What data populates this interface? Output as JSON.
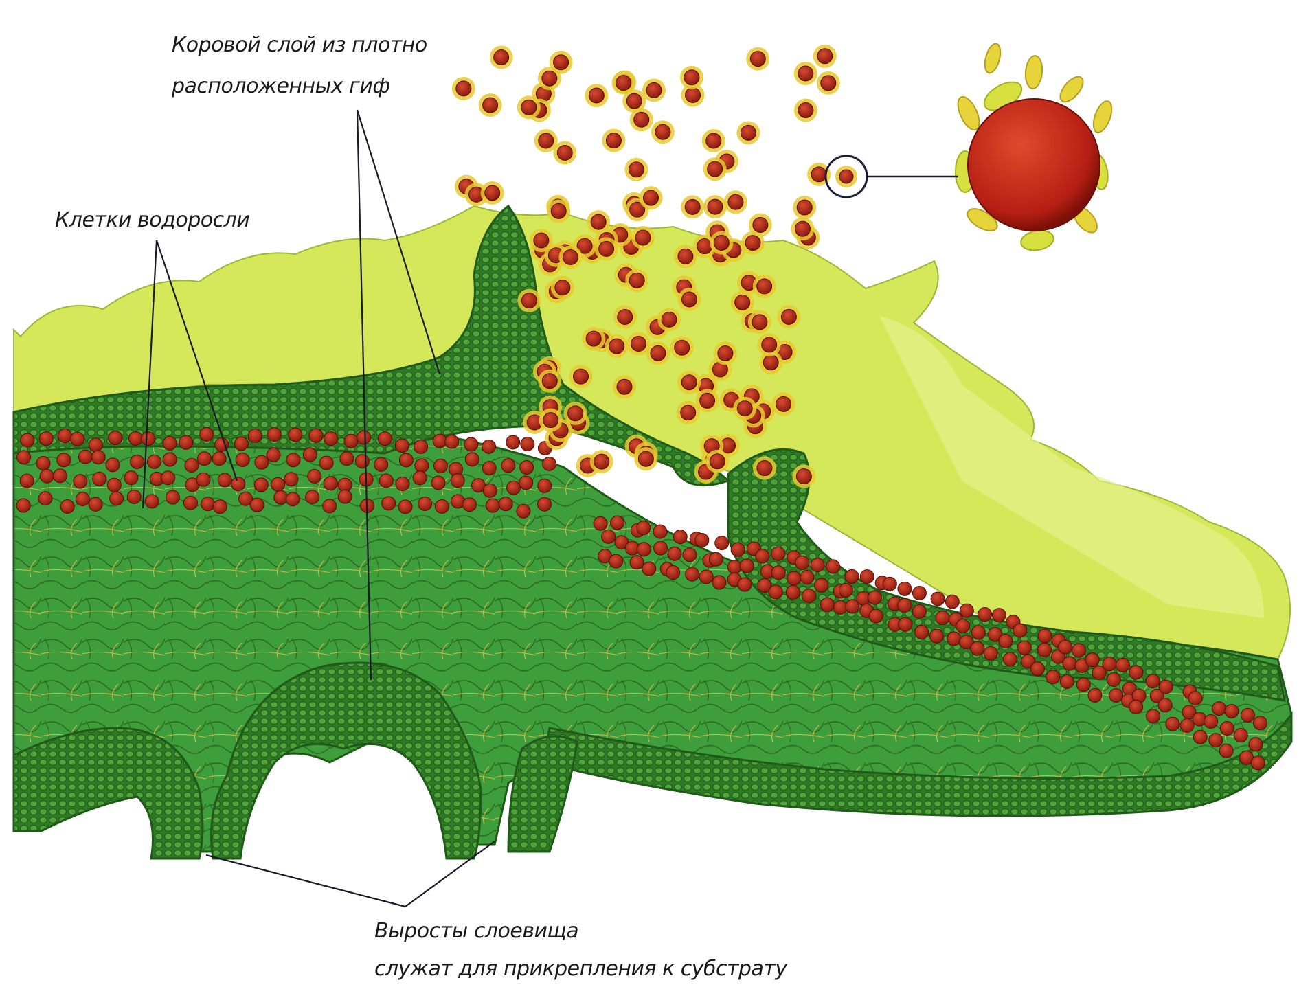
{
  "labels": {
    "cortex_line1": "Коровой слой из плотно",
    "cortex_line2": "расположенных гиф",
    "algae": "Клетки водоросли",
    "outgrowth_line1": "Выросты слоевища",
    "outgrowth_line2": "служат для прикрепления к субстрату"
  },
  "colors": {
    "upper_surface": "#d4e85a",
    "upper_surface_light": "#e6f28a",
    "medulla": "#3a9a3a",
    "cortex": "#2f7a25",
    "cortex_dark": "#1f5a18",
    "algae_cell": "#a3271a",
    "algae_halo": "#e8c930",
    "line": "#1a1a2a"
  }
}
